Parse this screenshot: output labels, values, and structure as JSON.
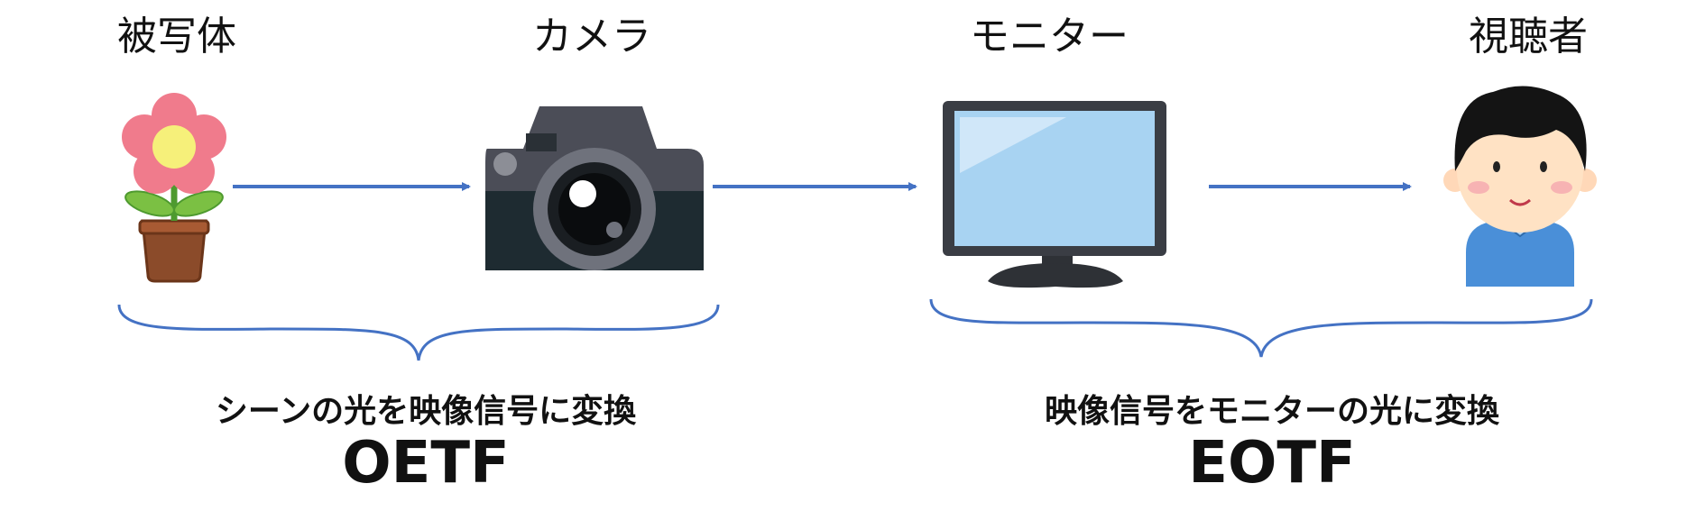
{
  "labels": {
    "subject": "被写体",
    "camera": "カメラ",
    "monitor": "モニター",
    "viewer": "視聴者"
  },
  "captions": {
    "left": "シーンの光を映像信号に変換",
    "right": "映像信号をモニターの光に変換"
  },
  "functions": {
    "left": "OETF",
    "right": "EOTF"
  },
  "colors": {
    "arrow": "#4472c4",
    "brace": "#4472c4"
  },
  "icons": {
    "subject": "flower-pot-icon",
    "camera": "camera-icon",
    "monitor": "monitor-icon",
    "viewer": "person-icon"
  }
}
